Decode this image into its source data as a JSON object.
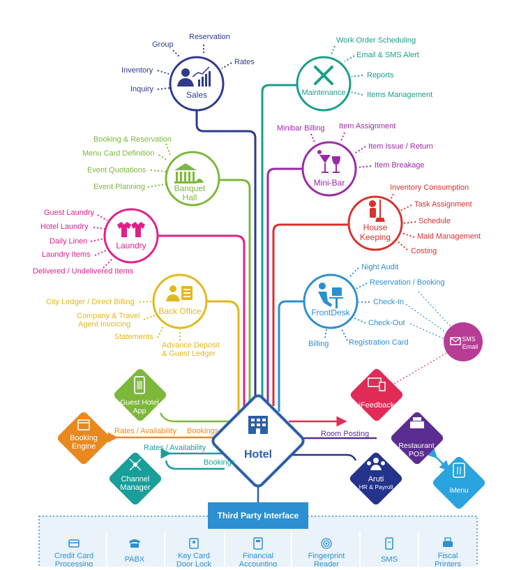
{
  "modules": {
    "sales": {
      "title": "Sales",
      "color": "#2E3A8C",
      "items": {
        "group": "Group",
        "reservation": "Reservation",
        "rates": "Rates",
        "inventory": "Inventory",
        "inquiry": "Inquiry"
      }
    },
    "maintenance": {
      "title": "Maintenance",
      "color": "#1A9E8A",
      "items": {
        "work_order": "Work Order Scheduling",
        "email_sms": "Email & SMS Alert",
        "reports": "Reports",
        "items_mgmt": "Items Management"
      }
    },
    "banquet": {
      "title_line1": "Banquet",
      "title_line2": "Hall",
      "color": "#7DB83A",
      "items": {
        "booking": "Booking & Reservation",
        "menu": "Menu Card Definition",
        "quotations": "Event Quotations",
        "planning": "Event Planning"
      }
    },
    "minibar": {
      "title": "Mini-Bar",
      "color": "#9B2AA6",
      "items": {
        "billing": "Minibar Billing",
        "assignment": "Item Assignment",
        "issue": "Item Issue / Return",
        "breakage": "Item Breakage"
      }
    },
    "laundry": {
      "title": "Laundry",
      "color": "#E0208A",
      "items": {
        "guest": "Guest Laundry",
        "hotel": "Hotel Laundry",
        "linen": "Daily Linen",
        "items": "Laundry Items",
        "delivered": "Delivered / Undelivered Items"
      }
    },
    "housekeeping": {
      "title_line1": "House",
      "title_line2": "Keeping",
      "color": "#D9302C",
      "items": {
        "consumption": "Inventory Consumption",
        "task": "Task Assignment",
        "schedule": "Schedule",
        "maid": "Maid Management",
        "costing": "Costing"
      }
    },
    "backoffice": {
      "title": "Back Office",
      "color": "#E3B818",
      "items": {
        "city_ledger": "City Ledger / Direct Billing",
        "company_line1": "Company & Travel",
        "company_line2": "Agent Invoicing",
        "statements": "Statements",
        "advance_line1": "Advance Deposit",
        "advance_line2": "& Guest Ledger"
      }
    },
    "frontdesk": {
      "title": "FrontDesk",
      "color": "#2B8FD0",
      "items": {
        "night_audit": "Night Audit",
        "reservation": "Reservation / Booking",
        "checkin": "Check-In",
        "checkout": "Check-Out",
        "billing": "Billing",
        "registration": "Registration Card"
      }
    }
  },
  "sms_email": {
    "line1": "SMS",
    "line2": "Email",
    "color": "#B83C96"
  },
  "diamonds": {
    "guest_app": {
      "line1": "Guest Hotel",
      "line2": "App",
      "color": "#7DB83A"
    },
    "booking_engine": {
      "line1": "Booking",
      "line2": "Engine",
      "color": "#E8891F"
    },
    "channel_manager": {
      "line1": "Channel",
      "line2": "Manager",
      "color": "#1A9E9A"
    },
    "hotel": {
      "title": "Hotel",
      "color": "#2B5FA8"
    },
    "ifeedback": {
      "title": "iFeedback",
      "color": "#E02B56"
    },
    "restaurant_pos": {
      "line1": "Restaurant",
      "line2": "POS",
      "color": "#5B2D91"
    },
    "aruti": {
      "line1": "Aruti",
      "line2": "HR & Payroll",
      "color": "#24338C"
    },
    "imenu": {
      "title": "iMenu",
      "color": "#2AA3DE"
    }
  },
  "connections": {
    "rates_availability_top": "Rates / Availability",
    "bookings_top": "Bookings",
    "rates_availability_bottom": "Rates / Availability",
    "bookings_bottom": "Bookings",
    "room_posting": "Room Posting"
  },
  "third_party": {
    "title": "Third Party Interface",
    "items": [
      {
        "line1": "Credit Card",
        "line2": "Processing",
        "icon": "credit-card-icon"
      },
      {
        "line1": "PABX",
        "line2": "",
        "icon": "telephone-icon"
      },
      {
        "line1": "Key Card",
        "line2": "Door Lock",
        "icon": "key-card-icon"
      },
      {
        "line1": "Financial",
        "line2": "Accounting",
        "icon": "calculator-icon"
      },
      {
        "line1": "Fingerprint",
        "line2": "Reader",
        "icon": "fingerprint-icon"
      },
      {
        "line1": "SMS",
        "line2": "",
        "icon": "mobile-sms-icon"
      },
      {
        "line1": "Fiscal",
        "line2": "Printers",
        "icon": "printer-icon"
      }
    ]
  }
}
